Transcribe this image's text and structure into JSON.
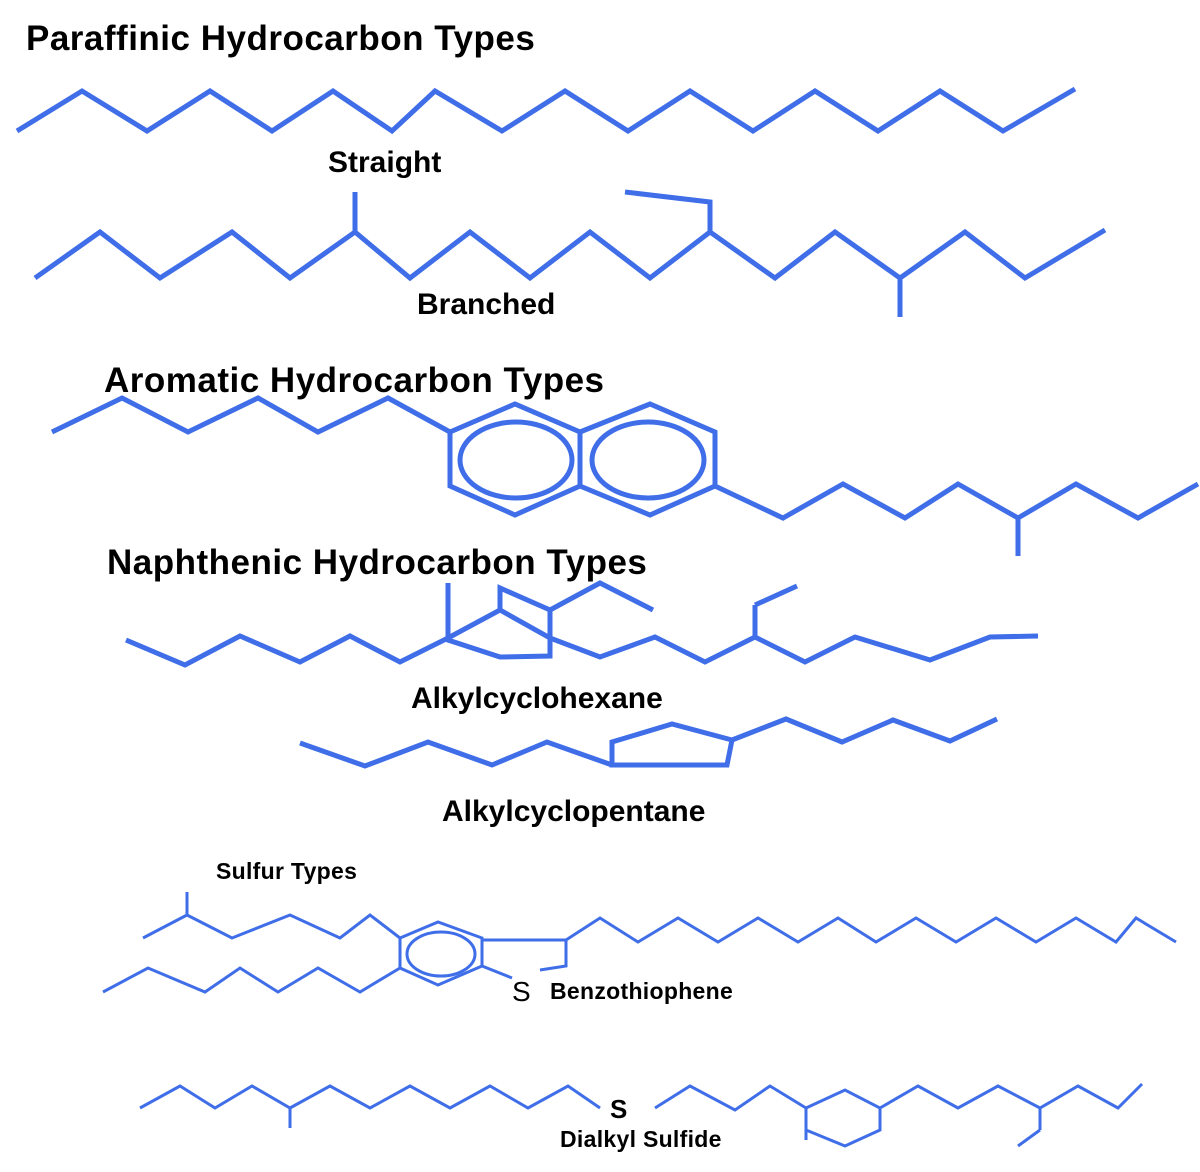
{
  "headings": {
    "paraffinic": "Paraffinic Hydrocarbon Types",
    "aromatic": "Aromatic Hydrocarbon Types",
    "naphthenic": "Naphthenic Hydrocarbon Types",
    "sulfur": "Sulfur Types"
  },
  "labels": {
    "straight": "Straight",
    "branched": "Branched",
    "alkylcyclohexane": "Alkylcyclohexane",
    "alkylcyclopentane": "Alkylcyclopentane",
    "benzothiophene": "Benzothiophene",
    "dialkyl_sulfide": "Dialkyl Sulfide"
  },
  "atoms": {
    "sulfur_benzothiophene": "S",
    "sulfur_dialkyl": "S"
  },
  "colors": {
    "bond": "#3f6ee8",
    "text": "#000000",
    "background": "#ffffff"
  }
}
